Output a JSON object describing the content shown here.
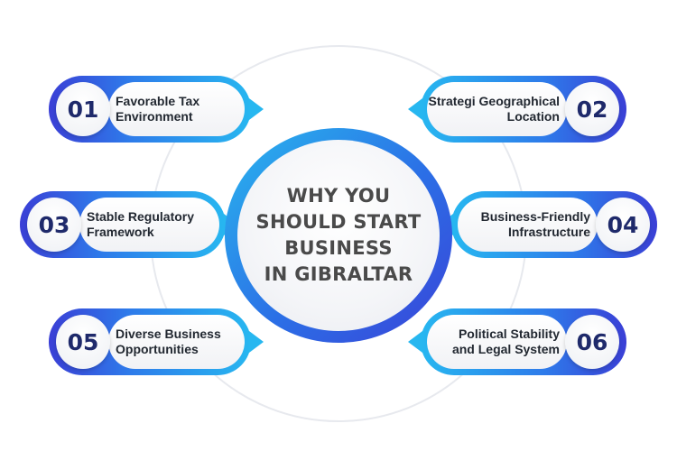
{
  "center": {
    "title": "WHY YOU\nSHOULD START\nBUSINESS\nIN GIBRALTAR"
  },
  "items": [
    {
      "number": "01",
      "label": "Favorable Tax\nEnvironment"
    },
    {
      "number": "02",
      "label": "Strategi Geographical\nLocation"
    },
    {
      "number": "03",
      "label": "Stable Regulatory\nFramework"
    },
    {
      "number": "04",
      "label": "Business-Friendly\nInfrastructure"
    },
    {
      "number": "05",
      "label": "Diverse Business\nOpportunities"
    },
    {
      "number": "06",
      "label": "Political Stability\nand Legal System"
    }
  ],
  "colors": {
    "gradient_start": "#27b7f0",
    "gradient_end": "#3a3fd6",
    "number_text": "#1f2a6b",
    "title_text": "#4a4a4a"
  }
}
